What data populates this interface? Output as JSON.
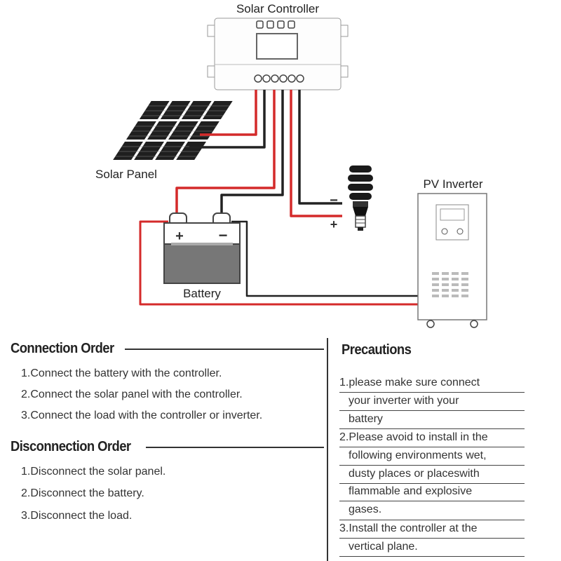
{
  "diagram": {
    "controller_label": "Solar Controller",
    "panel_label": "Solar Panel",
    "inverter_label": "PV Inverter",
    "battery_label": "Battery",
    "plus_sign": "+",
    "minus_sign": "−",
    "load_minus": "−",
    "load_plus": "+",
    "wire_colors": {
      "positive": "#d42a2a",
      "negative": "#222222"
    }
  },
  "connection_order": {
    "title": "Connection Order",
    "steps": [
      "1.Connect the battery with the controller.",
      "2.Connect the solar panel with the controller.",
      "3.Connect the load with the controller or inverter."
    ]
  },
  "disconnection_order": {
    "title": "Disconnection Order",
    "steps": [
      "1.Disconnect the solar panel.",
      "2.Disconnect the battery.",
      "3.Disconnect the load."
    ]
  },
  "precautions": {
    "title": "Precautions",
    "lines": [
      "1.please make sure connect",
      "your inverter with your",
      "battery",
      "2.Please avoid to install in the",
      "following environments wet,",
      "dusty places or placeswith",
      "flammable and explosive",
      "gases.",
      "3.Install the controller at the",
      "vertical plane."
    ]
  }
}
